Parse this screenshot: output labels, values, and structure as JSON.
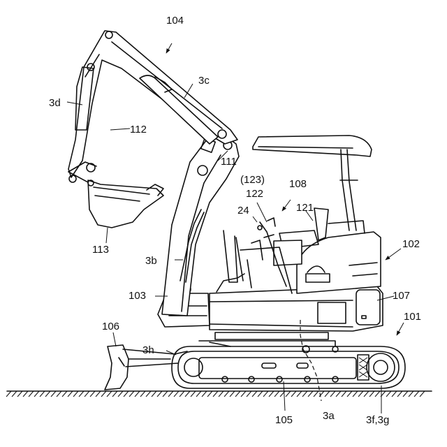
{
  "figure": {
    "labels": {
      "l104": "104",
      "l3c": "3c",
      "l3d": "3d",
      "l112": "112",
      "l111": "111",
      "l123": "(123)",
      "l122": "122",
      "l108": "108",
      "l24": "24",
      "l121": "121",
      "l102": "102",
      "l113": "113",
      "l3b": "3b",
      "l103": "103",
      "l107": "107",
      "l101": "101",
      "l106": "106",
      "l3h": "3h",
      "l105": "105",
      "l3a": "3a",
      "l3f3g": "3f,3g"
    }
  }
}
